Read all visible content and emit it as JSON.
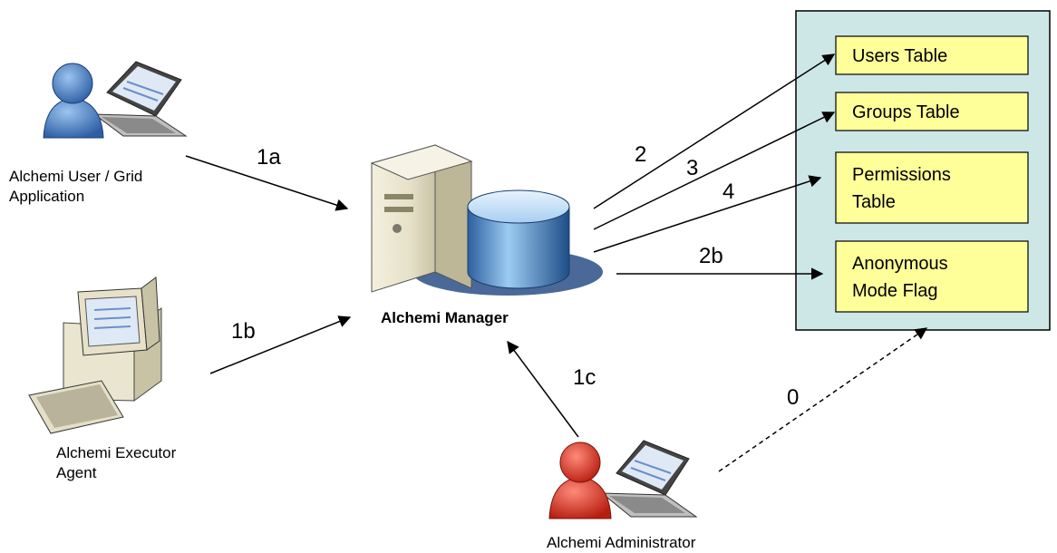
{
  "actors": {
    "user": "Alchemi User / Grid Application",
    "user_line1": "Alchemi User / Grid",
    "user_line2": "Application",
    "executor": "Alchemi Executor Agent",
    "executor_line1": "Alchemi Executor",
    "executor_line2": "Agent",
    "admin": "Alchemi Administrator",
    "manager": "Alchemi Manager"
  },
  "database": {
    "tables": [
      {
        "lines": [
          "Users Table"
        ]
      },
      {
        "lines": [
          "Groups Table"
        ]
      },
      {
        "lines": [
          "Permissions",
          "Table"
        ]
      },
      {
        "lines": [
          "Anonymous",
          "Mode Flag"
        ]
      }
    ]
  },
  "arrows": {
    "a1a": "1a",
    "a1b": "1b",
    "a1c": "1c",
    "a2": "2",
    "a3": "3",
    "a4": "4",
    "a2b": "2b",
    "a0": "0"
  },
  "colors": {
    "panel_fill": "#cde7e6",
    "table_fill": "#ffff99",
    "user_icon": "#3b6fb6",
    "admin_icon": "#d42a1c"
  },
  "icons": {
    "user": "user-with-laptop-icon",
    "executor": "desktop-computer-icon",
    "admin": "admin-with-laptop-icon",
    "manager": "server-with-database-icon"
  }
}
